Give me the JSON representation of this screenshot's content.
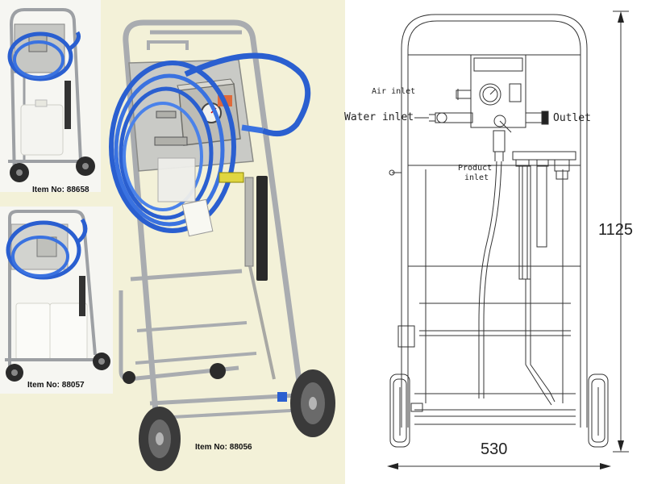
{
  "products": [
    {
      "item_label": "Item No: 88658"
    },
    {
      "item_label": "Item No: 88057"
    },
    {
      "item_label": "Item No: 88056"
    }
  ],
  "drawing": {
    "callouts": {
      "air_inlet": "Air inlet",
      "water_inlet": "Water inlet",
      "outlet": "Outlet",
      "product_inlet_line1": "Product",
      "product_inlet_line2": "inlet"
    },
    "dimensions": {
      "height": "1125",
      "width": "530"
    }
  },
  "colors": {
    "photo_background": "#f3f1d8",
    "hose_blue": "#2a5fd0",
    "frame_steel": "#a9acb0",
    "line_drawing": "#333333"
  }
}
